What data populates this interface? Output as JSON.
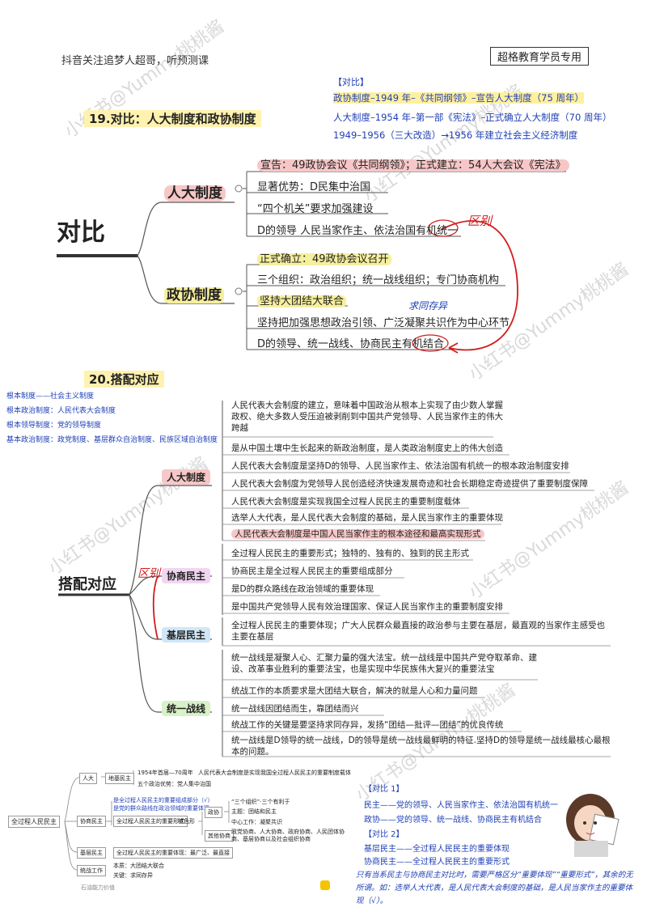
{
  "header": {
    "left_note": "抖音关注追梦人超哥，听预测课",
    "stamp": "超格教育学员专用"
  },
  "watermark": "小红书@Yummy桃桃酱",
  "compare_top": {
    "heading": "【对比】",
    "lines": [
      "政协制度–1949 年–《共同纲领》–宣告人大制度（75 周年）",
      "人大制度–1954 年–第一部《宪法》–正式确立人大制度（70 周年）",
      "1949–1956（三大改造）→1956 年建立社会主义经济制度"
    ]
  },
  "section19": {
    "title": "19.对比：人大制度和政协制度",
    "root": "对比",
    "renda": {
      "label": "人大制度",
      "items": [
        "宣告：49政协会议《共同纲领》；正式建立：54人大会议《宪法》",
        "显著优势：D民集中治国",
        "“四个机关”要求加强建设",
        "D的领导 人民当家作主、依法治国有机统一"
      ]
    },
    "zhengxie": {
      "label": "政协制度",
      "items": [
        "正式确立：49政协会议召开",
        "三个组织：政治组织；统一战线组织；专门协商机构",
        "坚持大团结大联合",
        "坚持把加强思想政治引领、广泛凝聚共识作为中心环节",
        "D的领导、统一战线、协商民主有机结合"
      ]
    },
    "hand_marks": [
      "区别",
      "求同存异"
    ]
  },
  "section20": {
    "title": "20.搭配对应",
    "side_notes": [
      "根本制度——社会主义制度",
      "根本政治制度：人民代表大会制度",
      "根本领导制度：党的领导制度",
      "基本政治制度：政党制度、基层群众自治制度、民族区域自治制度"
    ],
    "root": "搭配对应",
    "branches": [
      {
        "label": "人大制度",
        "items": [
          "人民代表大会制度的建立，意味着中国政治从根本上实现了由少数人掌握政权、绝大多数人受压迫被剥削到中国共产党领导、人民当家作主的伟大跨越",
          "是从中国土壤中生长起来的新政治制度，是人类政治制度史上的伟大创造",
          "人民代表大会制度是坚持D的领导、人民当家作主、依法治国有机统一的根本政治制度安排",
          "人民代表大会制度为党领导人民创造经济快速发展奇迹和社会长期稳定奇迹提供了重要制度保障",
          "人民代表大会制度是实现我国全过程人民民主的重要制度载体",
          "选举人大代表，是人民代表大会制度的基础，是人民当家作主的重要体现",
          "人民代表大会制度是中国人民当家作主的根本途径和最高实现形式"
        ]
      },
      {
        "label": "协商民主",
        "items": [
          "全过程人民民主的重要形式；独特的、独有的、独到的民主形式",
          "协商民主是全过程人民民主的重要组成部分",
          "是D的群众路线在政治领域的重要体现",
          "是中国共产党领导人民有效治理国家、保证人民当家作主的重要制度安排"
        ]
      },
      {
        "label": "基层民主",
        "items": [
          "全过程人民民主的重要体现；广大人民群众最直接的政治参与主要在基层，最直观的当家作主感受也主要在基层"
        ]
      },
      {
        "label": "统一战线",
        "items": [
          "统一战线是凝聚人心、汇聚力量的强大法宝。统一战线是中国共产党夺取革命、建设、改革事业胜利的重要法宝，也是实现中华民族伟大复兴的重要法宝",
          "统战工作的本质要求是大团结大联合，解决的就是人心和力量问题",
          "统一战线因团结而生，靠团结而兴",
          "统战工作的关键是要坚持求同存异，发扬“团结—批评—团结”的优良传统",
          "统一战线是D领导的统一战线，D的领导是统一战线最鲜明的特征.坚持D的领导是统一战线最核心最根本的问题。"
        ]
      }
    ],
    "hand_mark": "区别"
  },
  "mini_map": {
    "root": "全过程人民民主",
    "renda": "人大",
    "renda_sub": "地基民主",
    "renda_leaf1": "1954年首届—70周年",
    "renda_leaf2": "五个政治优势：党人集中治国",
    "renda_top": "人民代表大会制度是实现我国全过程人民民主的重要制度载体",
    "xieshang": "协商民主",
    "xieshang_sub": "全过程人民民主的重要形式",
    "xieshang_tag": "特色形",
    "xieshang_note1": "是全过程人民民主的重要组成部分（√）",
    "xieshang_note2": "是党的群众路线在政治领域的重要体现",
    "zhengxie": "政协",
    "zx_leaf1": "“三个组织”·三个有利于",
    "zx_leaf2": "主题：团结和民主",
    "zx_leaf3": "中心工作：凝聚共识",
    "qita": "其他协商",
    "qita_leaf": "政党协商、人大协商、政府协商、人民团体协商、基层协商以及社会组织协商",
    "jiceng": "基层民主",
    "jiceng_sub": "全过程人民民主的重要体现：最广泛、最直接",
    "tongzhan": "统战工作",
    "tz_leaf1": "本质：大团结大联合",
    "tz_leaf2": "关键：求同存异",
    "bottom": "石油能力价值"
  },
  "compare_bottom": {
    "heading1": "【对比 1】",
    "l1": "民主——党的领导、人民当家作主、依法治国有机统一",
    "l2": "政协——党的领导、统一战线、协商民主有机结合",
    "heading2": "【对比 2】",
    "l3": "基层民主——全过程人民民主的重要体现",
    "l4": "协商民主——全过程人民民主的重要形式",
    "hand_note": "只有当系民主与协商民主对比时，需要严格区分“重要体现”“重要形式”，其余的无所谓。如：选举人大代表，是人民代表大会制度的基础，是人民当家作主的重要体现（√）。"
  },
  "colors": {
    "accent_blue": "#1f3fb5",
    "highlight_red": "#f7c7c7",
    "highlight_yellow": "#f6ef9e",
    "hand_red": "#d21c1c"
  }
}
